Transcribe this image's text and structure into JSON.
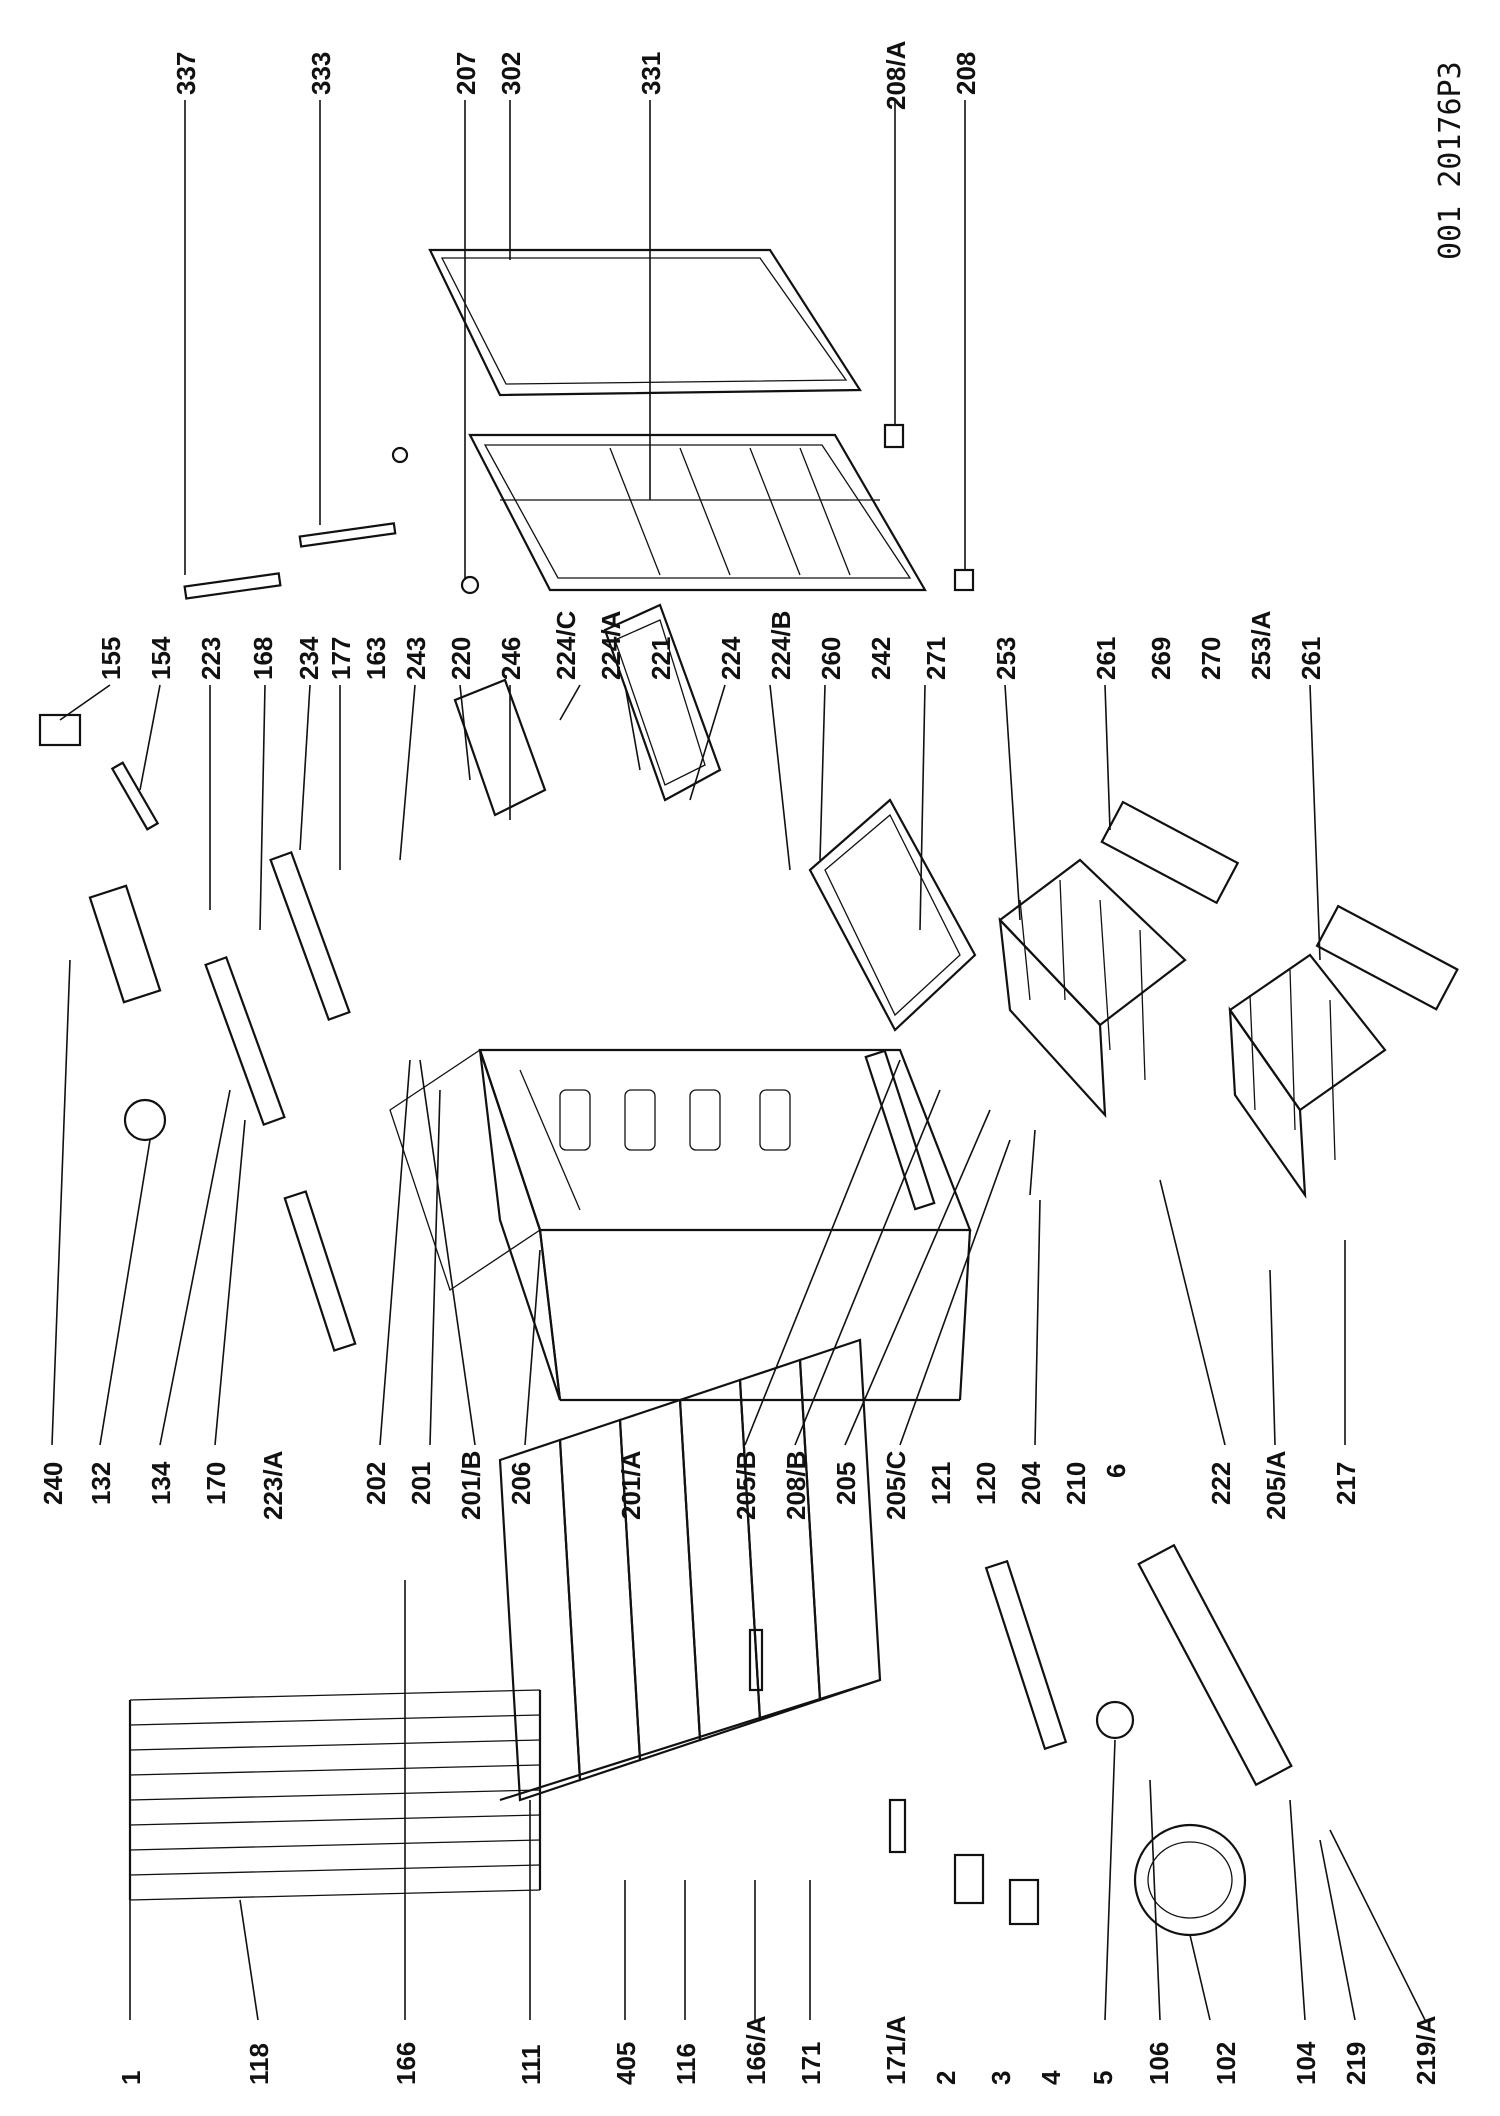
{
  "diagram": {
    "reference_code": "001 20176P3",
    "bottom_labels": [
      "1",
      "118",
      "166",
      "111",
      "405",
      "116",
      "166/A",
      "171",
      "171/A",
      "2",
      "3",
      "4",
      "5",
      "106",
      "102",
      "104",
      "219",
      "219/A"
    ],
    "middle_labels": [
      "240",
      "132",
      "134",
      "170",
      "223/A",
      "202",
      "201",
      "201/B",
      "206",
      "201/A",
      "205/B",
      "208/B",
      "205",
      "205/C",
      "121",
      "120",
      "204",
      "210",
      "6",
      "222",
      "205/A",
      "217"
    ],
    "right_labels": [
      "155",
      "154",
      "223",
      "168",
      "234",
      "177",
      "163",
      "243",
      "220",
      "246",
      "224/C",
      "224/A",
      "221",
      "224",
      "224/B",
      "260",
      "242",
      "271",
      "253",
      "261",
      "269",
      "270",
      "253/A",
      "261"
    ],
    "top_labels": [
      "337",
      "333",
      "207",
      "302",
      "331",
      "208/A",
      "208"
    ]
  }
}
